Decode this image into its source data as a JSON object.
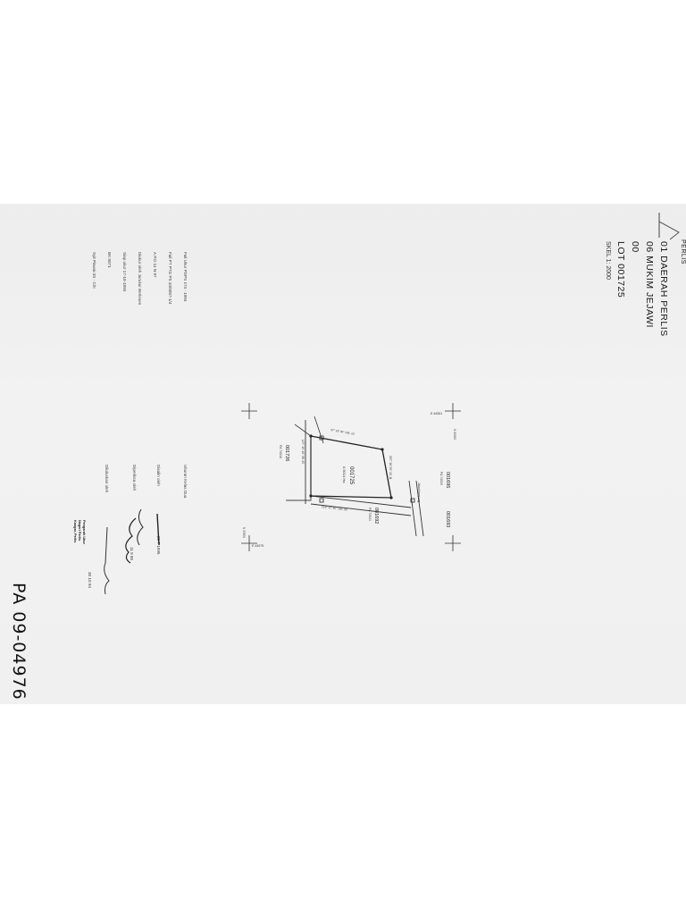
{
  "header": {
    "line_top": "PERLIS",
    "line_1": "01 DAERAH PERLIS",
    "line_2": "06 MUKIM JEJAWI",
    "line_3": "00",
    "line_4": "LOT 001725",
    "scale": "SKEL 1: 2000"
  },
  "notes": {
    "line_1": "Fail Ukur PDPS 174 - 1994",
    "line_2": "Fail PT PTG PS 34/0057-1/4",
    "line_3": "A.P.D 11 N 97",
    "line_4": "Diukur oleh Jurukur Berlesen",
    "line_5": "Siap ukur 17-10-1994",
    "line_6": "BK 8071",
    "line_7": "Syit Piawai 3S - C/II"
  },
  "signatures": {
    "label_approved": "Ukuran Kelas Dua",
    "label_checked": "Disalin oleh",
    "date_checked": "21 7 1995",
    "label_verified": "Diperiksa oleh",
    "date_verified": "11 9 88",
    "label_certified": "Diluluskan oleh",
    "stamp_line_1": "Pengarah Ukur",
    "stamp_line_2": "Negeri Perlis",
    "stamp_line_3": "Kangar, Perlis",
    "date_certified": "30 10 94"
  },
  "plan": {
    "lot_main": "001725",
    "lot_main_area": "0.5014 Ha",
    "lot_left": "001726",
    "lot_left_ref": "PA 74518",
    "lot_right_top": "001695",
    "lot_right_top_ref": "PA 74519",
    "lot_right_side": "001693",
    "lot_bottom": "001692",
    "lot_bottom_ref": "PA 74521",
    "coord_top": "E 44051",
    "coord_top_2": "N 60000",
    "coord_bottom": "E 44075",
    "coord_bottom_2": "N 59500",
    "road_label": "Jalan Kampung",
    "bearing_top": "37° 18' 30\"  104. 23",
    "bearing_bottom": "218° 12' 40\"  180. 08",
    "bearing_left": "127° 15' 10\"  38. 45",
    "bearing_right": "307° 48' 00\"  40. 11"
  },
  "footer": {
    "code": "PA 09-04976"
  },
  "colors": {
    "ink": "#222222",
    "sheet": "#efefef"
  }
}
